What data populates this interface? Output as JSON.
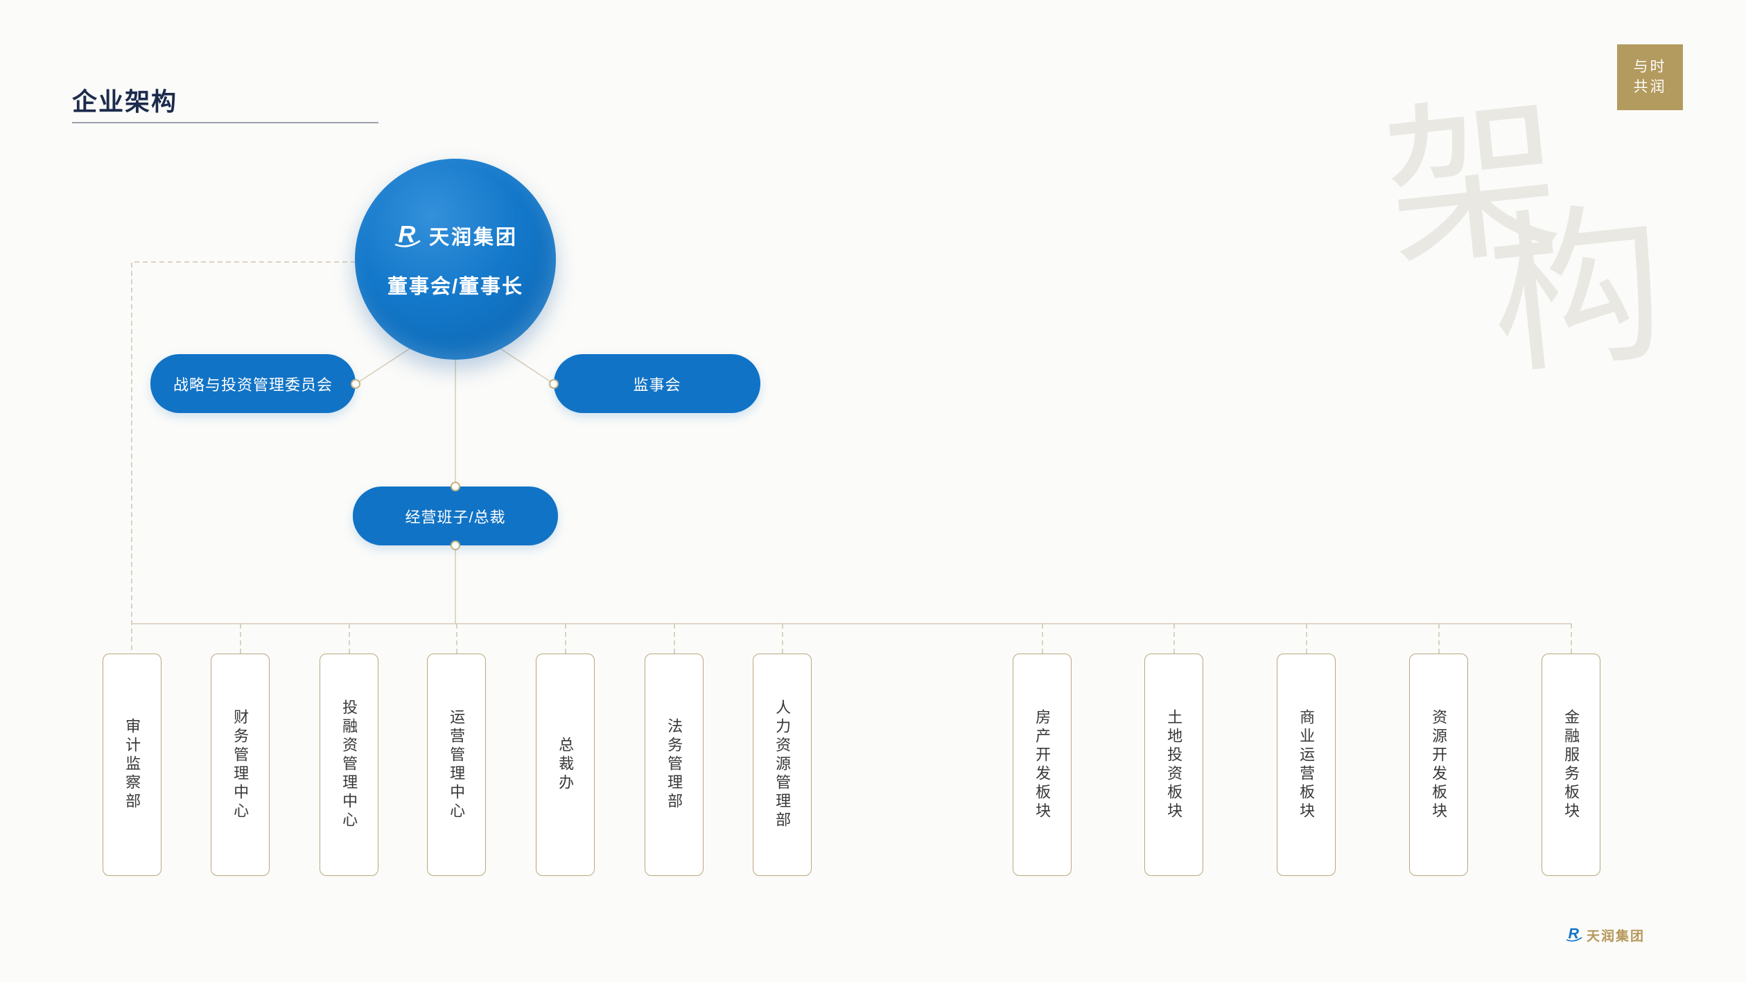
{
  "header": {
    "title": "企业架构"
  },
  "badge": {
    "line1": "与时",
    "line2": "共润"
  },
  "watermark": {
    "char1": "架",
    "char2": "构"
  },
  "org": {
    "root": {
      "logo_text": "天润集团",
      "label": "董事会/董事长"
    },
    "committees": [
      {
        "label": "战略与投资管理委员会"
      },
      {
        "label": "监事会"
      }
    ],
    "management": {
      "label": "经营班子/总裁"
    },
    "departments": [
      {
        "label": "审计监察部"
      },
      {
        "label": "财务管理中心"
      },
      {
        "label": "投融资管理中心"
      },
      {
        "label": "运营管理中心"
      },
      {
        "label": "总裁办"
      },
      {
        "label": "法务管理部"
      },
      {
        "label": "人力资源管理部"
      }
    ],
    "sectors": [
      {
        "label": "房产开发板块"
      },
      {
        "label": "土地投资板块"
      },
      {
        "label": "商业运营板块"
      },
      {
        "label": "资源开发板块"
      },
      {
        "label": "金融服务板块"
      }
    ]
  },
  "footer_logo": {
    "text": "天润集团"
  },
  "colors": {
    "accent_blue": "#1173c5",
    "brand_gold": "#b5985a",
    "title_navy": "#1c2b4d",
    "line_tan": "#d6ccb7"
  }
}
